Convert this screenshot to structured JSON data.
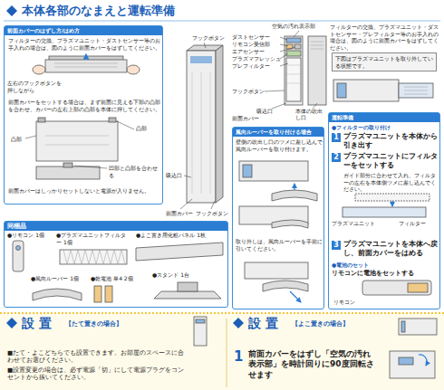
{
  "diagram": {
    "title": "本体各部のなまえと運転準備",
    "nodes": [
      {
        "text": [
          "前面カバーのはずし方/はめ方",
          "フィルターの交換、プラズマユニット・ダストセンサー等のお手入れの場合は、図のように前面カバーをはずしてください。",
          "前面カバーをセットする場合は、まず前面に見える下部の凸部を合わせ、カバーの左右上部の凸部を本体に押してください。",
          "前面カバーはしっかりセットしないと電源が入りません。"
        ]
      },
      {
        "text": [
          "同梱品"
        ]
      },
      {
        "text": [
          "風向ルーバーを取り付ける場合",
          "壁側の吹出し口のツメに差し込んで風向ルーバーを取り付けます。",
          "取り外しは、風向ルーバーを手前に引いてください。"
        ]
      },
      {
        "text": [
          "下図はプラズマユニットを取り外している状態です。"
        ]
      },
      {
        "text": [
          "運転準備",
          "●フィルターの取り付け",
          "1",
          "プラズマユニットを本体から引き出す",
          "2",
          "プラズマユニットにフィルターをセットする",
          "ガイド部分に合わせて入れ、フィルターの左右を本体側ツメに差し込んでください。",
          "3",
          "プラズマユニットを本体へ戻し、前面カバーをはめる",
          "●電池のセット",
          "リモコンに電池をセットする"
        ]
      }
    ],
    "labels": [
      "フックボタン",
      "吸込口",
      "前面カバー",
      "フックボタン",
      "左右のフックボタンを押しながら",
      "凸部",
      "凹部と凸部を合わせる",
      "凸部",
      "空気の汚れ表示部",
      "ダストセンサー",
      "リモコン受信部",
      "エアセンサー",
      "プラズマフレッシュ",
      "プレフィルター",
      "フックボタン",
      "吸込口",
      "前面カバー",
      "本体の吹出し口",
      "フィルターの交換、プラズマユニット・ダストセンサー・プレフィルター等のお手入れの場合は、図のように前面カバーをはずしてください。",
      "●リモコン 1個",
      "●プラズマユニットフィルター 1個",
      "●よこ置き用化粧パネル 1枚",
      "●風向ルーバー 1個",
      "●乾電池 単4 2個",
      "●スタンド 1台",
      "フィルター",
      "プラズマユニット",
      "リモコン",
      "設 置",
      "【たて置きの場合】",
      "■たて・よこどちらでも設置できます。お部屋のスペースに合わせてお選びください。",
      "■設置変更の場合は、必ず電源「切」にして電源プラグをコンセントから抜いてください。",
      "設 置",
      "【よこ置きの場合】",
      "1",
      "前面カバーをはずし「空気の汚れ表示部」を時計回りに90度回転させます"
    ]
  }
}
